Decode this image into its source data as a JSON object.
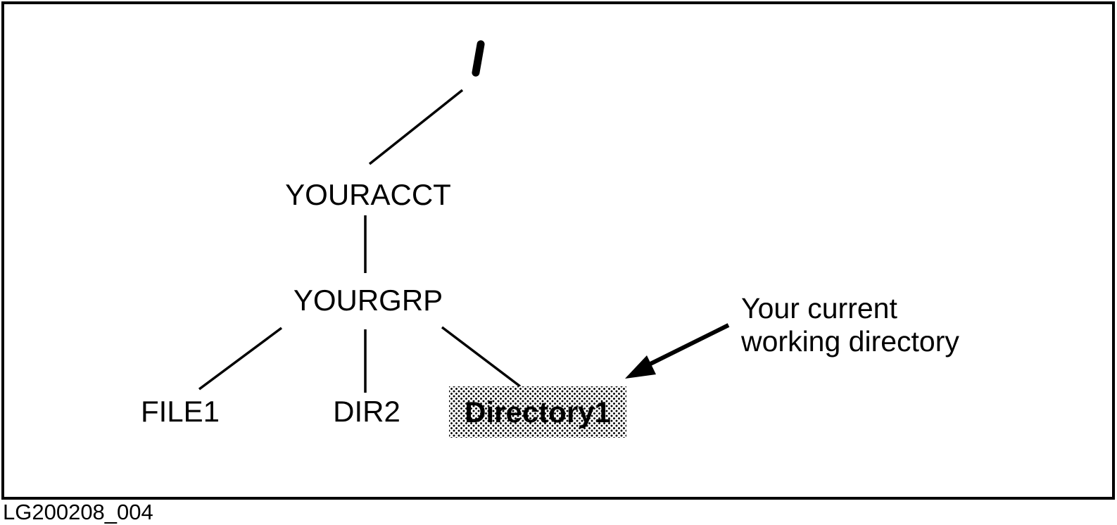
{
  "diagram": {
    "title_hint": "directory tree figure",
    "root_symbol": "/",
    "nodes": [
      {
        "id": "youracct",
        "label": "YOURACCT",
        "level": 1,
        "highlighted": false
      },
      {
        "id": "yourgrp",
        "label": "YOURGRP",
        "level": 2,
        "highlighted": false
      },
      {
        "id": "file1",
        "label": "FILE1",
        "level": 3,
        "highlighted": false
      },
      {
        "id": "dir2",
        "label": "DIR2",
        "level": 3,
        "highlighted": false
      },
      {
        "id": "directory1",
        "label": "Directory1",
        "level": 3,
        "highlighted": true
      }
    ],
    "edges": [
      [
        "root",
        "youracct"
      ],
      [
        "youracct",
        "yourgrp"
      ],
      [
        "yourgrp",
        "file1"
      ],
      [
        "yourgrp",
        "dir2"
      ],
      [
        "yourgrp",
        "directory1"
      ]
    ],
    "annotation": {
      "line1": "Your current",
      "line2": "working directory",
      "points_to": "directory1"
    },
    "caption": "LG200208_004",
    "colors": {
      "ink": "#000000",
      "paper": "#ffffff",
      "highlight_pattern": "halftone-dots"
    }
  }
}
